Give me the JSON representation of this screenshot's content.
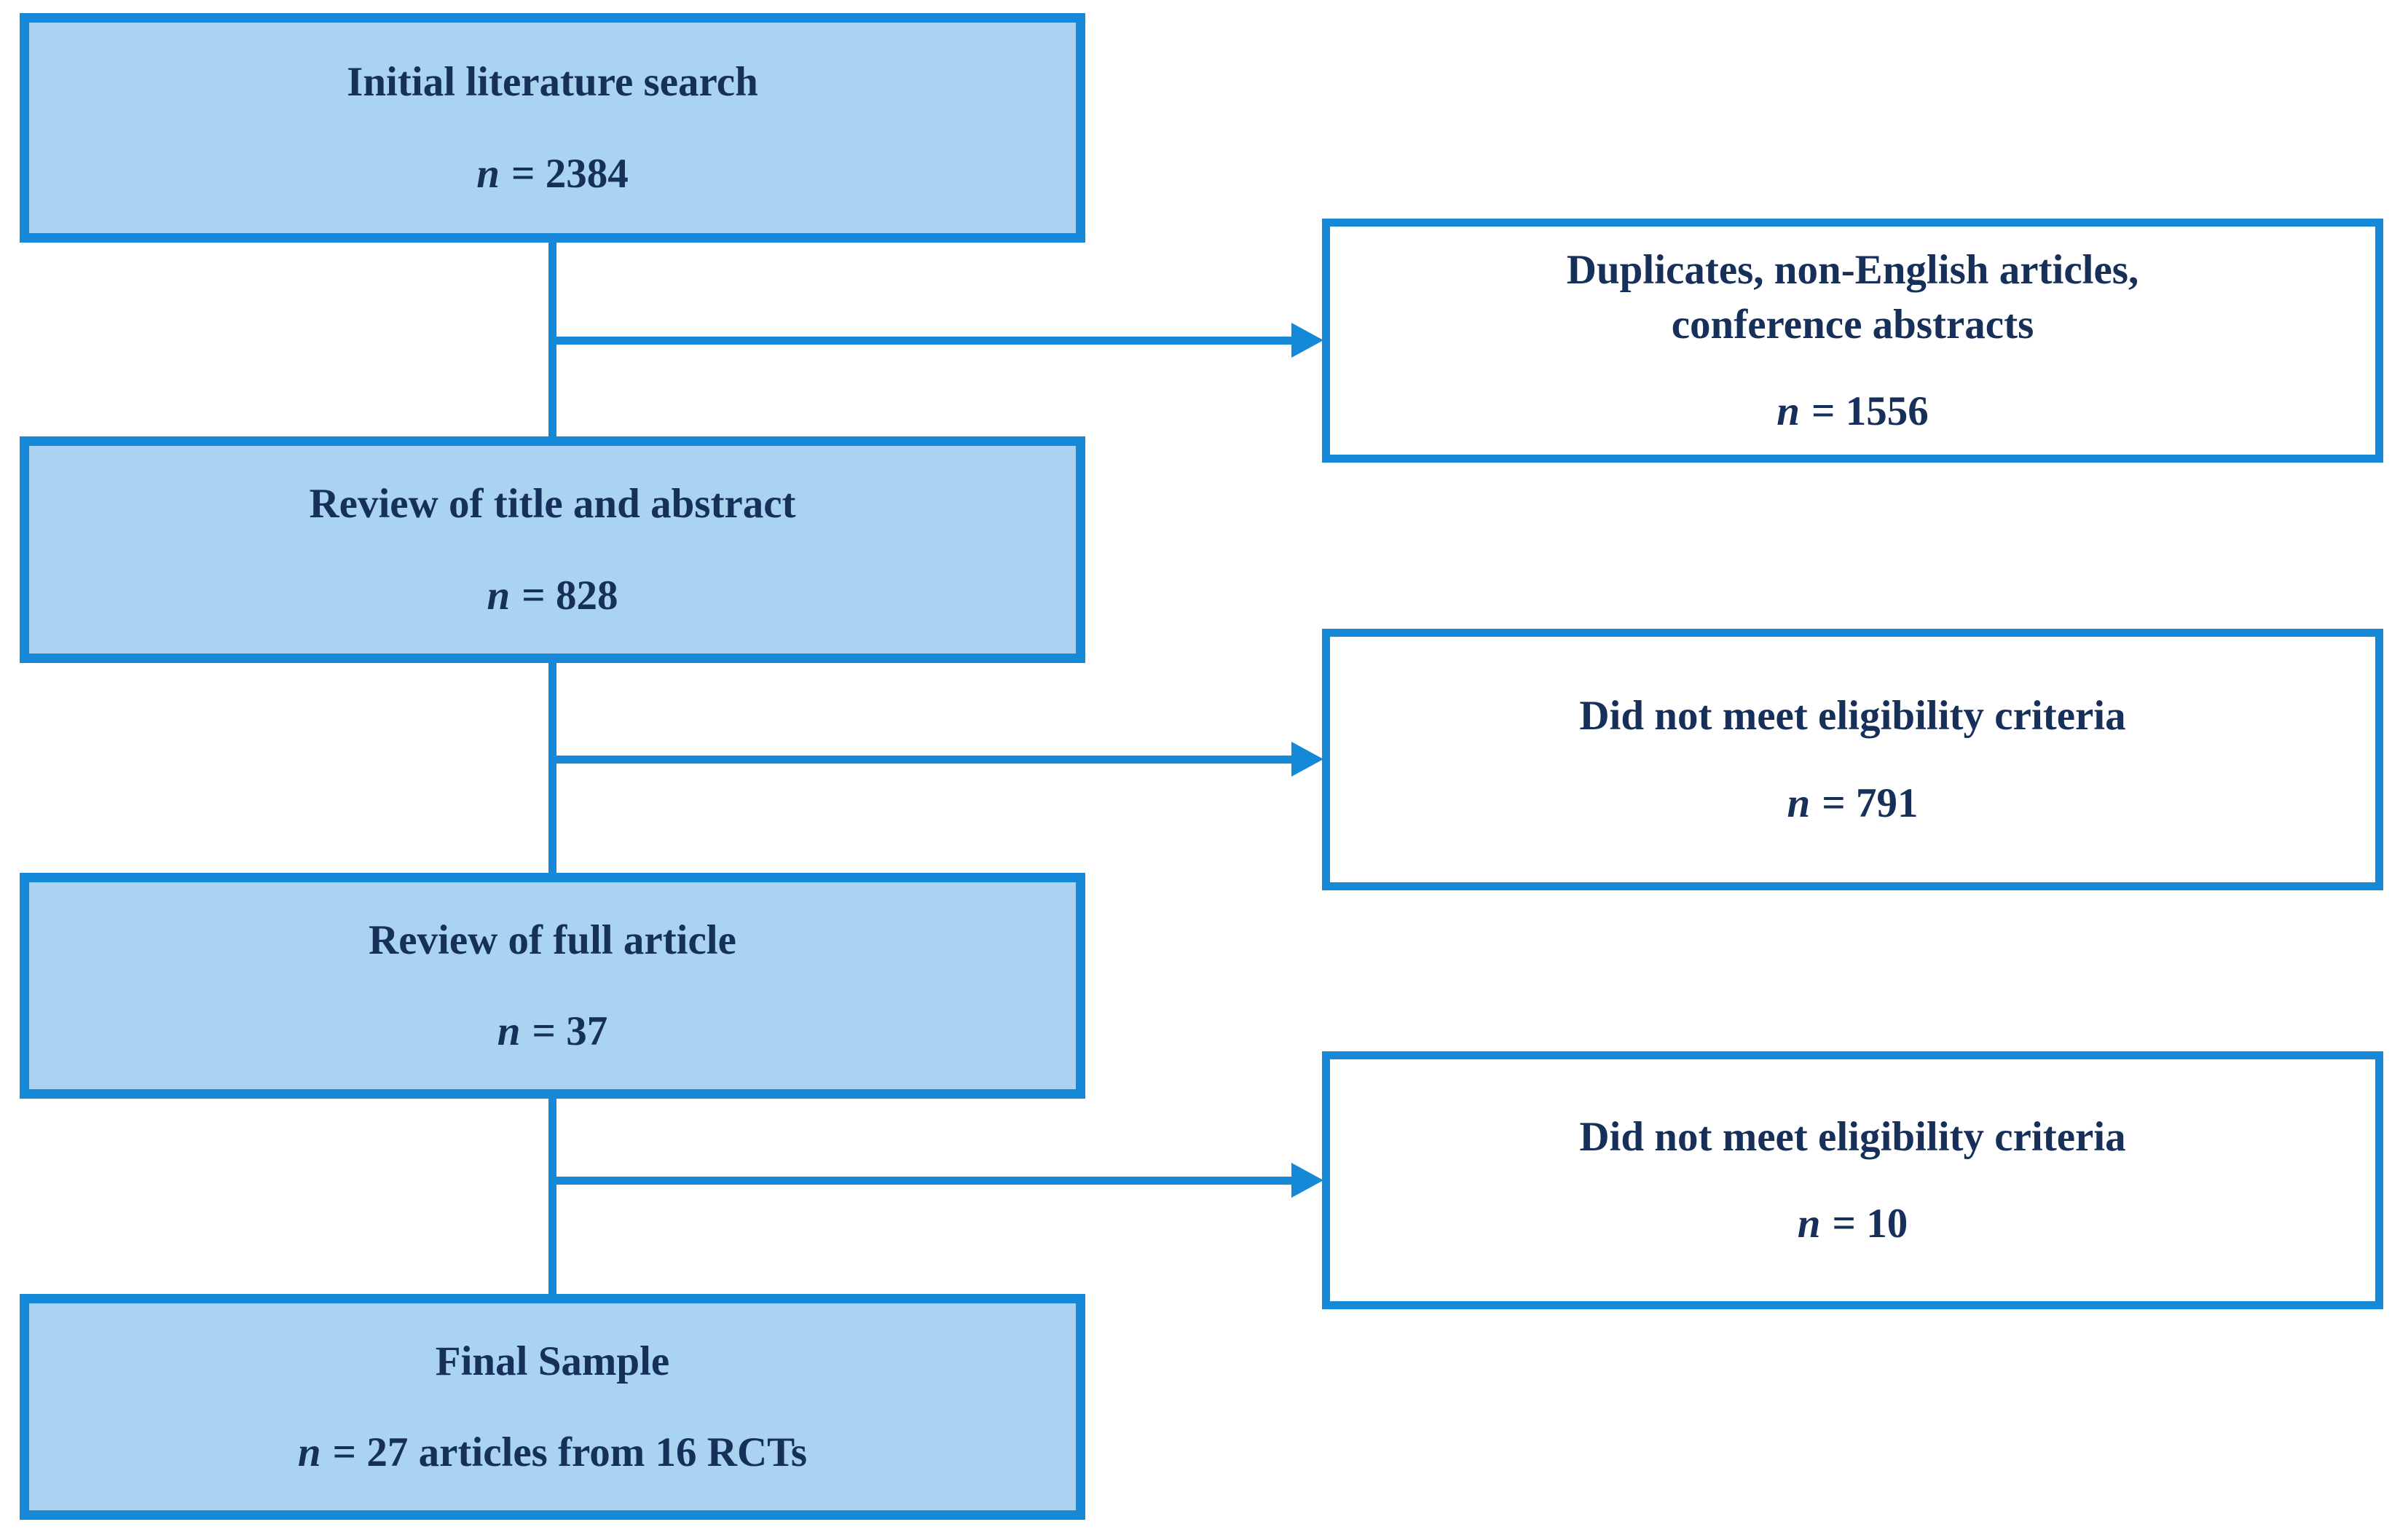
{
  "colors": {
    "accent": "#1588d8",
    "box_fill": "#a9d3f0",
    "text": "#16305a",
    "background": "#ffffff"
  },
  "flowchart": {
    "type": "prisma-literature-review-flow",
    "steps": [
      {
        "title": "Initial literature search",
        "n_symbol": "n",
        "n_value": "= 2384"
      },
      {
        "title": "Review of title and abstract",
        "n_symbol": "n",
        "n_value": "= 828"
      },
      {
        "title": "Review of full article",
        "n_symbol": "n",
        "n_value": "= 37"
      },
      {
        "title": "Final Sample",
        "n_symbol": "n",
        "n_value": "= 27 articles from 16 RCTs"
      }
    ],
    "exclusions": [
      {
        "title_line1": "Duplicates, non-English articles,",
        "title_line2": "conference abstracts",
        "n_symbol": "n",
        "n_value": "= 1556"
      },
      {
        "title_line1": "Did not meet eligibility criteria",
        "title_line2": "",
        "n_symbol": "n",
        "n_value": "= 791"
      },
      {
        "title_line1": "Did not meet eligibility criteria",
        "title_line2": "",
        "n_symbol": "n",
        "n_value": "= 10"
      }
    ]
  }
}
